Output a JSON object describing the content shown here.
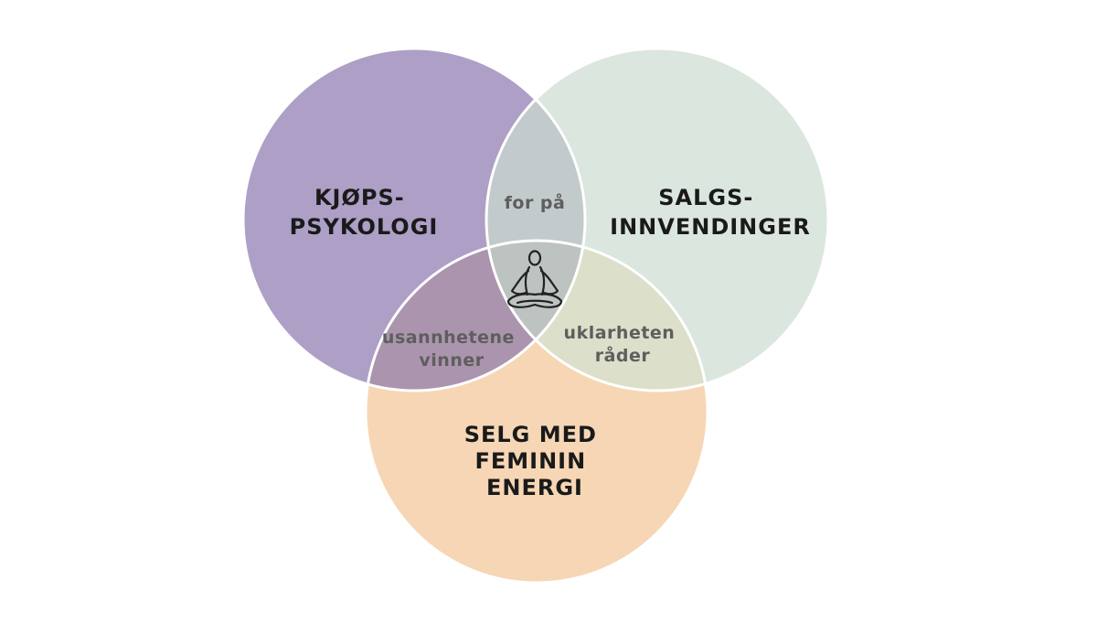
{
  "sets": [
    {
      "id": "top-left",
      "lines": [
        "KJØPS-",
        "PSYKOLOGI"
      ],
      "color": "#ad9fc6"
    },
    {
      "id": "top-right",
      "lines": [
        "SALGS-",
        "INNVENDINGER"
      ],
      "color": "#dbe6de"
    },
    {
      "id": "bottom",
      "lines": [
        "SELG MED",
        "FEMININ",
        "ENERGI"
      ],
      "color": "#f6d6b4"
    }
  ],
  "intersections": {
    "top": {
      "lines": [
        "for på"
      ],
      "color": "#c2cacb"
    },
    "left": {
      "lines": [
        "usannhetene",
        "vinner"
      ],
      "color": "#ab94ae"
    },
    "right": {
      "lines": [
        "uklarheten",
        "råder"
      ],
      "color": "#dcdfc9"
    },
    "center": {
      "icon": "meditation-person-icon",
      "color": "#bdc3c0"
    }
  },
  "outline_color": "#ffffff"
}
